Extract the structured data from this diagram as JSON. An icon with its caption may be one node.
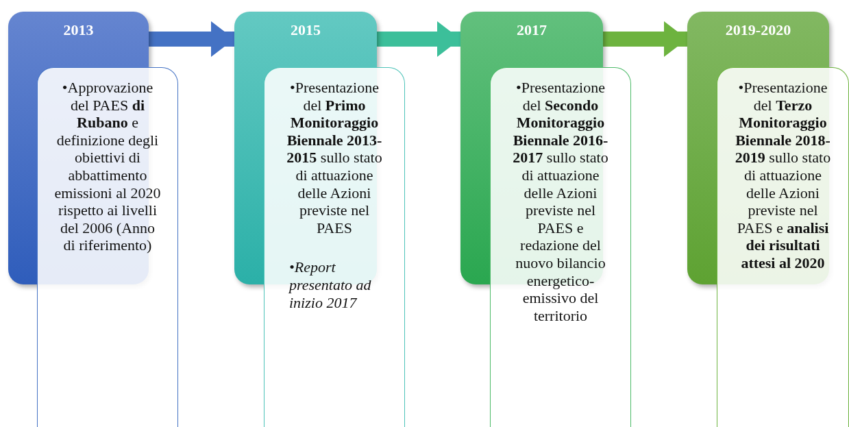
{
  "diagram": {
    "nodes": [
      {
        "text": [
          "2013"
        ]
      },
      {
        "text": [
          "•Approvazione del PAES **di Rubano** e definizione degli obiettivi di abbattimento emissioni al 2020 rispetto ai livelli del 2006 (Anno di riferimento)"
        ]
      },
      {
        "text": [
          "2015"
        ]
      },
      {
        "text": [
          "•Presentazione del **Primo Monitoraggio Biennale 2013-2015** sullo stato di attuazione delle Azioni previste nel PAES",
          "•Report presentato ad inizio 2017"
        ]
      },
      {
        "text": [
          "2017"
        ]
      },
      {
        "text": [
          "•Presentazione del **Secondo Monitoraggio Biennale 2016-2017** sullo stato di attuazione delle Azioni previste nel PAES e redazione del nuovo bilancio energetico-emissivo del territorio"
        ]
      },
      {
        "text": [
          "2019-2020"
        ]
      },
      {
        "text": [
          "•Presentazione del **Terzo Monitoraggio Biennale 2018-2019** sullo stato di attuazione delle Azioni previste nel PAES e **analisi dei risultati attesi al 2020**"
        ]
      }
    ],
    "edges": [
      {
        "from": 0,
        "to": 2,
        "arrow": "to",
        "color": "#4472c4"
      },
      {
        "from": 2,
        "to": 4,
        "arrow": "to",
        "color": "#3cbf9a"
      },
      {
        "from": 4,
        "to": 6,
        "arrow": "to",
        "color": "#6db33f"
      }
    ]
  }
}
